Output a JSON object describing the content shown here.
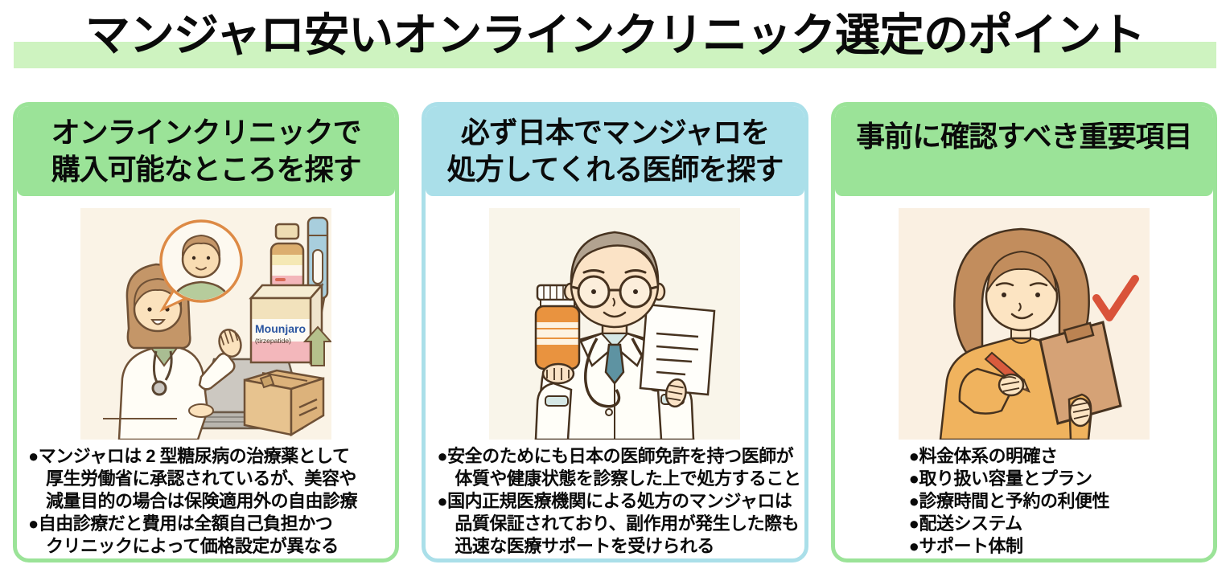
{
  "title": {
    "text": "マンジャロ安いオンラインクリニック選定のポイント"
  },
  "colors": {
    "title_highlight": "#cef3c0",
    "accent_green": "#9be398",
    "accent_blue": "#aadfe9",
    "text": "#0a0a0a",
    "checkmark_red": "#d9533a",
    "mounjaro_brand_blue": "#2a55a0"
  },
  "cards": [
    {
      "header": "オンラインクリニックで\n購入可能なところを探す",
      "accent_hex": "#9be398",
      "illustration": "female-doctor-telehealth-with-medicine-and-delivery-box",
      "labels": {
        "brand": "Mounjaro",
        "generic": "(tirzepatide)"
      },
      "bullets": [
        "●マンジャロは 2 型糖尿病の治療薬として\n厚生労働省に承認されているが、美容や\n減量目的の場合は保険適用外の自由診療",
        "●自由診療だと費用は全額自己負担かつ\nクリニックによって価格設定が異なる"
      ]
    },
    {
      "header": "必ず日本でマンジャロを\n処方してくれる医師を探す",
      "accent_hex": "#aadfe9",
      "illustration": "male-doctor-holding-medicine-bottle-and-prescription",
      "bullets": [
        "●安全のためにも日本の医師免許を持つ医師が\n体質や健康状態を診察した上で処方すること",
        "●国内正規医療機関による処方のマンジャロは\n品質保証されており、副作用が発生した際も\n迅速な医療サポートを受けられる"
      ]
    },
    {
      "header": "事前に確認すべき重要項目",
      "accent_hex": "#9be398",
      "illustration": "woman-checking-clipboard-with-red-checkmark",
      "bullets": [
        "●料金体系の明確さ",
        "●取り扱い容量とプラン",
        "●診療時間と予約の利便性",
        "●配送システム",
        "●サポート体制"
      ]
    }
  ]
}
